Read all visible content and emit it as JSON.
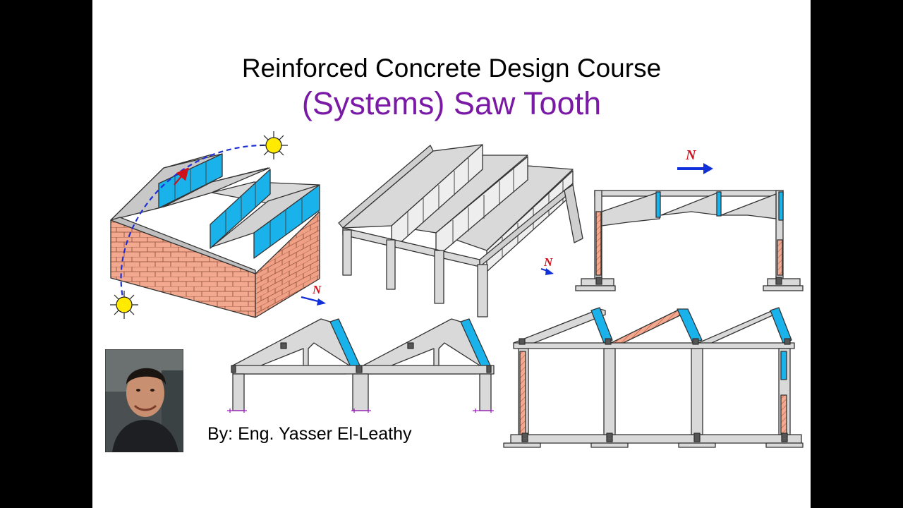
{
  "title": "Reinforced Concrete Design Course",
  "subtitle": "(Systems) Saw Tooth",
  "author": "By: Eng. Yasser El-Leathy",
  "north_label": "N",
  "colors": {
    "background_bars": "#000000",
    "slide": "#ffffff",
    "subtitle": "#7a19a6",
    "concrete": "#d9d9d9",
    "outline": "#333333",
    "glass": "#1ab2ea",
    "brick": "#f2a98f",
    "sun": "#ffea00",
    "sun_path": "#1e2fd6",
    "north_arrow": "#1230d8",
    "north_text": "#d0101a",
    "foundation_marks": "#a020c0"
  },
  "icons": [
    "sun-icon",
    "north-arrow-icon",
    "presenter-photo"
  ]
}
